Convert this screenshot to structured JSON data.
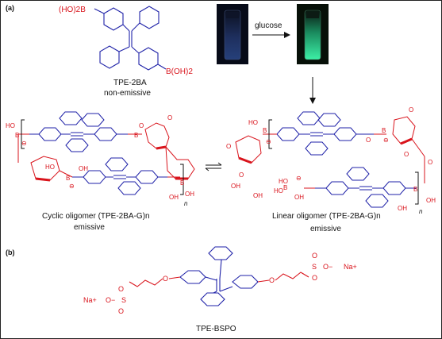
{
  "panel_a": {
    "tag": "(a)",
    "monomer": {
      "name": "TPE-2BA",
      "state": "non-emissive",
      "group_top": "(HO)2B",
      "group_bottom": "B(OH)2"
    },
    "arrow_label": "glucose",
    "cyclic": {
      "caption": "Cyclic oligomer (TPE-2BA-G)n",
      "state": "emissive",
      "subscript": "n"
    },
    "linear": {
      "caption": "Linear oligomer (TPE-2BA-G)n",
      "state": "emissive",
      "subscript": "n"
    },
    "atom_labels": {
      "ho": "HO",
      "oh": "OH",
      "b": "B",
      "o": "O",
      "minus": "⊖"
    }
  },
  "panel_b": {
    "tag": "(b)",
    "compound": "TPE-BSPO",
    "left_ion": "Na+",
    "right_ion": "Na+",
    "sulfonate_left": "O−",
    "sulfonate_right": "O−",
    "s": "S",
    "o": "O"
  },
  "colors": {
    "core": "#1f22a8",
    "linker": "#d9141c",
    "ink": "#111111",
    "vial_dark": "#1d2a52",
    "vial_green": "#2fe89a"
  }
}
